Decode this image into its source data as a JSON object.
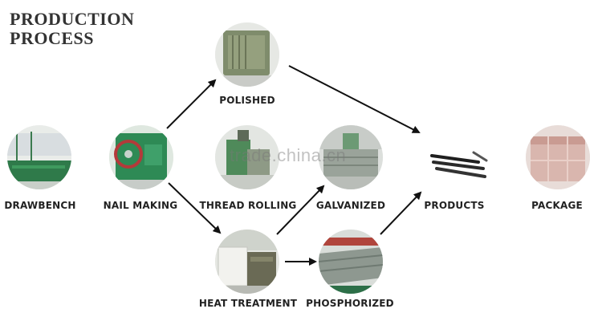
{
  "title": {
    "line1": "PRODUCTION",
    "line2": "PROCESS"
  },
  "watermark": "trade.china.cn",
  "steps": [
    {
      "id": "drawbench",
      "label": "DRAWBENCH"
    },
    {
      "id": "nail_making",
      "label": "NAIL MAKING"
    },
    {
      "id": "polished",
      "label": "POLISHED"
    },
    {
      "id": "thread_rolling",
      "label": "THREAD ROLLING"
    },
    {
      "id": "galvanized",
      "label": "GALVANIZED"
    },
    {
      "id": "heat_treatment",
      "label": "HEAT TREATMENT"
    },
    {
      "id": "phosphorized",
      "label": "PHOSPHORIZED"
    },
    {
      "id": "products",
      "label": "PRODUCTS"
    },
    {
      "id": "package",
      "label": "PACKAGE"
    }
  ],
  "flow": [
    {
      "from": "nail_making",
      "to": "polished"
    },
    {
      "from": "polished",
      "to": "products"
    },
    {
      "from": "nail_making",
      "to": "heat_treatment"
    },
    {
      "from": "heat_treatment",
      "to": "galvanized"
    },
    {
      "from": "heat_treatment",
      "to": "phosphorized"
    },
    {
      "from": "phosphorized",
      "to": "products"
    }
  ],
  "colors": {
    "text": "#222222",
    "arrow": "#111111",
    "machine_green": "#3e8a5a"
  }
}
